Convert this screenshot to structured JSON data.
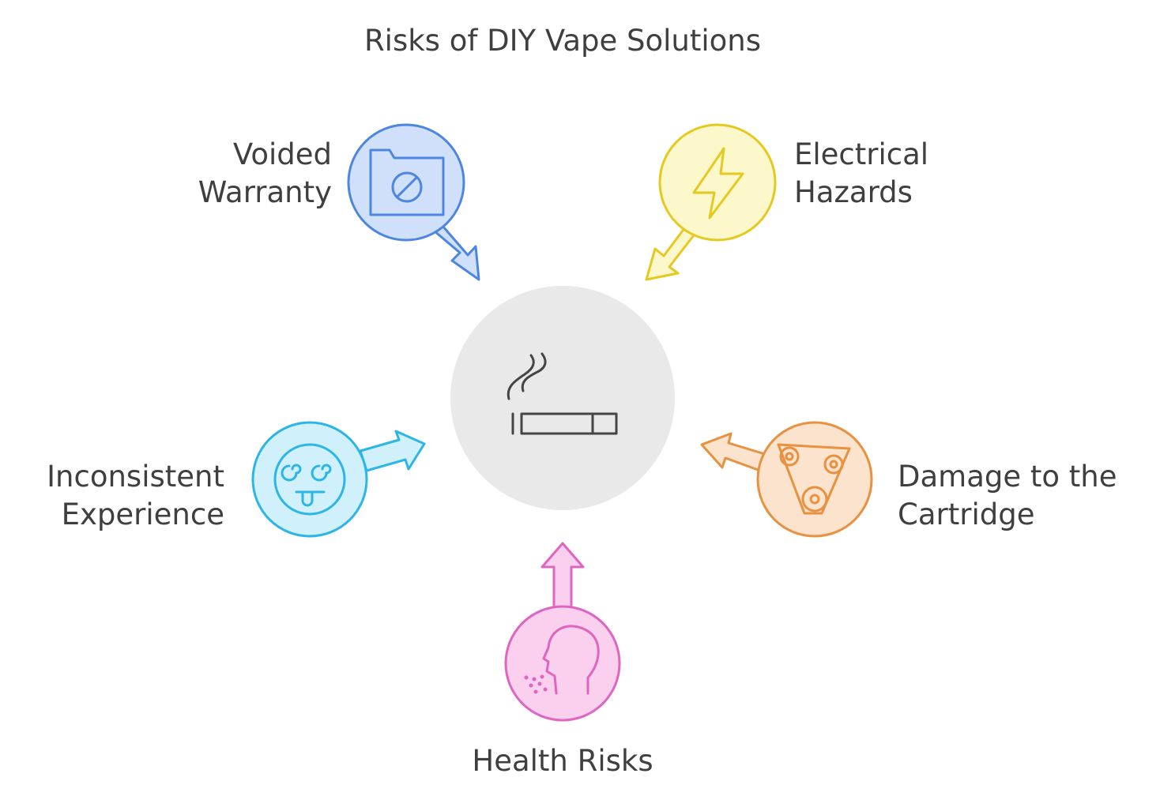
{
  "title": "Risks of DIY Vape Solutions",
  "center": {
    "icon": "cigarette-smoke-icon"
  },
  "nodes": {
    "voided_warranty": {
      "label_line1": "Voided",
      "label_line2": "Warranty",
      "icon": "folder-blocked-icon",
      "stroke": "#4d86e0",
      "fill": "#d0e0fa"
    },
    "electrical_hazards": {
      "label_line1": "Electrical",
      "label_line2": "Hazards",
      "icon": "lightning-bolt-icon",
      "stroke": "#e6c91f",
      "fill": "#fdf7cc"
    },
    "inconsistent_experience": {
      "label_line1": "Inconsistent",
      "label_line2": "Experience",
      "icon": "dizzy-face-icon",
      "stroke": "#2cb5e6",
      "fill": "#d0f1fb"
    },
    "cartridge_damage": {
      "label_line1": "Damage to the",
      "label_line2": "Cartridge",
      "icon": "belt-gears-icon",
      "stroke": "#e89140",
      "fill": "#fbe3cd"
    },
    "health_risks": {
      "label": "Health Risks",
      "icon": "head-inhaling-icon",
      "stroke": "#e065be",
      "fill": "#fad0ee"
    }
  }
}
